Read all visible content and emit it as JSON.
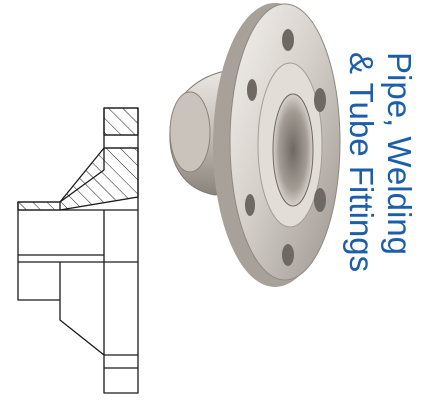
{
  "caption": {
    "line1": "Pipe, Welding",
    "line2": "& Tube Fittings"
  },
  "colors": {
    "caption_text": "#1d5ea8",
    "drawing_stroke": "#1a1a1a",
    "background": "#ffffff",
    "metal_light": "#efece8",
    "metal_mid": "#c9c4bf",
    "metal_dark": "#8e8882"
  },
  "images": {
    "drawing": "weld-neck-flange-section-drawing",
    "photo": "weld-neck-flange-photo"
  }
}
